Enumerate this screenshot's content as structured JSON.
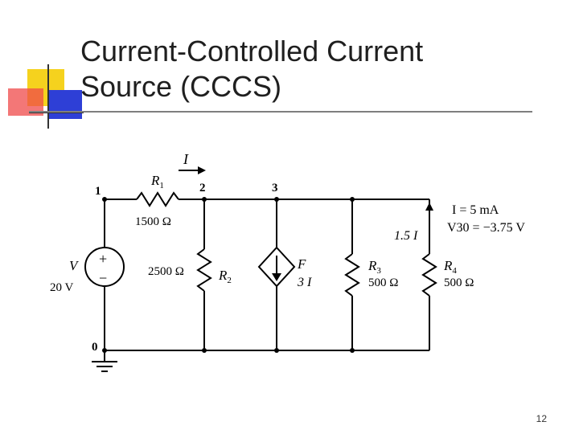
{
  "slide": {
    "title_line1": "Current-Controlled Current",
    "title_line2": "Source (CCCS)",
    "page_number": "12"
  },
  "colors": {
    "logo_yellow": "#f5d21e",
    "logo_blue": "#2e3fd6",
    "logo_red": "#ef4a4a",
    "title_rule": "#7f7f7f"
  },
  "circuit": {
    "current_label": "I",
    "r1_name": "R",
    "r1_sub": "1",
    "r1_value": "1500 Ω",
    "node1": "1",
    "node2": "2",
    "node3": "3",
    "node0": "0",
    "source_name": "V",
    "source_value": "20 V",
    "resistor_2500_value": "2500 Ω",
    "r2_name": "R",
    "r2_sub": "2",
    "f_name": "F",
    "f_value": "3 I",
    "r3_name": "R",
    "r3_sub": "3",
    "r3_value": "500 Ω",
    "r4_name": "R",
    "r4_sub": "4",
    "r4_value": "500 Ω",
    "branch_current": "1.5 I",
    "result_current": "I = 5 mA",
    "result_voltage": "V30 = −3.75 V",
    "plus_sign": "+",
    "minus_sign": "−"
  }
}
